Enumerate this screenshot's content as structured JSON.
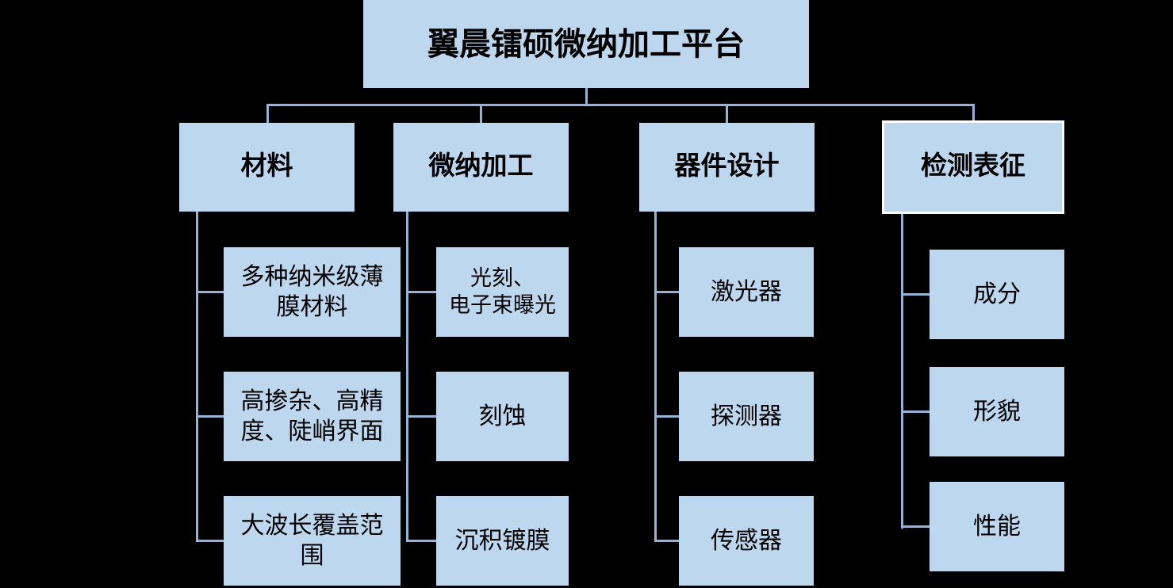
{
  "diagram": {
    "kind": "org-chart",
    "background_color": "#000000",
    "node_fill_color": "#BDD7EE",
    "connector_color": "#95B3D7",
    "text_color": "#000000",
    "highlight_border_color": "#FFFFFF",
    "root": {
      "label": "翼晨镭硕微纳加工平台"
    },
    "branches": [
      {
        "id": "materials",
        "label": "材料",
        "children": [
          "多种纳米级薄\n膜材料",
          "高掺杂、高精\n度、陡峭界面",
          "大波长覆盖范\n围"
        ]
      },
      {
        "id": "micro-nano-fabrication",
        "label": "微纳加工",
        "children": [
          "光刻、\n电子束曝光",
          "刻蚀",
          "沉积镀膜"
        ]
      },
      {
        "id": "device-design",
        "label": "器件设计",
        "children": [
          "激光器",
          "探测器",
          "传感器"
        ]
      },
      {
        "id": "characterization",
        "label": "检测表征",
        "highlighted": true,
        "children": [
          "成分",
          "形貌",
          "性能"
        ]
      }
    ]
  }
}
